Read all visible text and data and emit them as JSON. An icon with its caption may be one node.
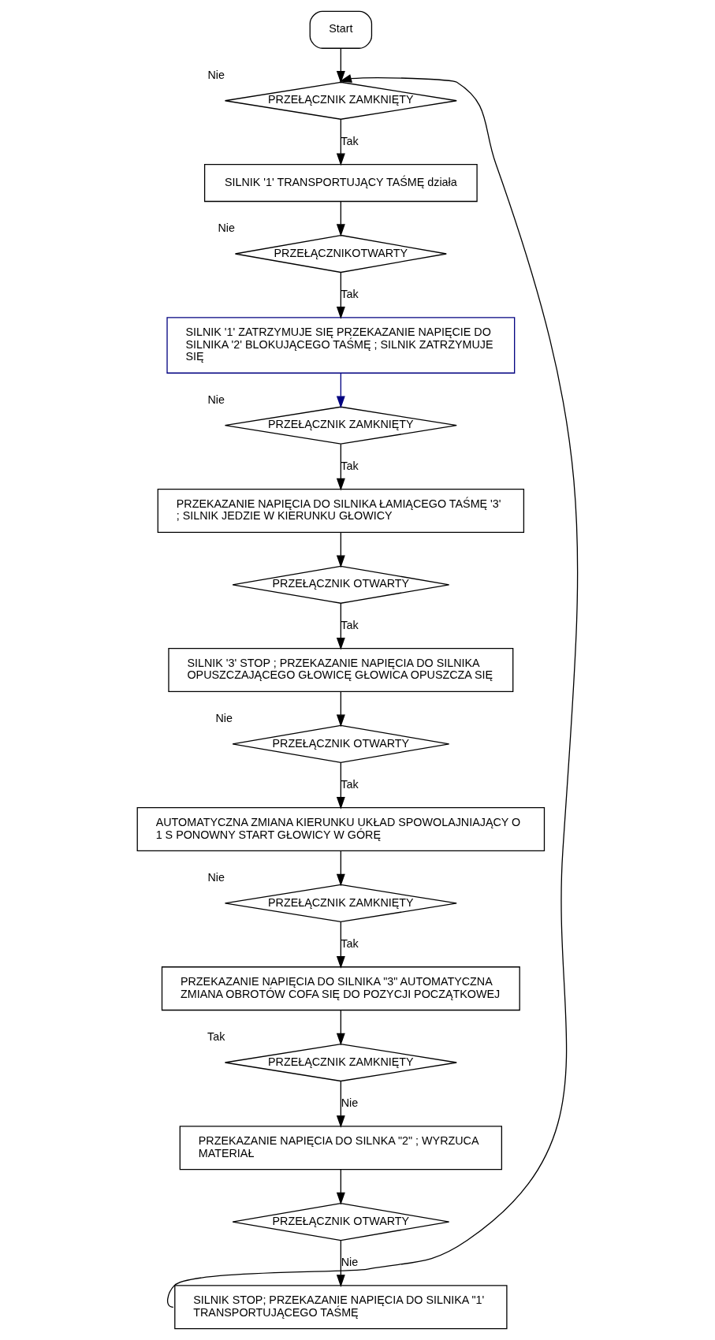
{
  "diagram": {
    "nodes": [
      {
        "text": [
          "Start"
        ]
      },
      {
        "text": [
          "PRZEŁĄCZNIK ZAMKNIĘTY"
        ],
        "beside": [
          "Nie"
        ]
      },
      {
        "text": [
          "SILNIK '1' TRANSPORTUJĄCY TAŚMĘ działa"
        ]
      },
      {
        "text": [
          "PRZEŁĄCZNIKOTWARTY"
        ],
        "beside": [
          "Nie"
        ]
      },
      {
        "text": [
          "SILNIK '1' ZATRZYMUJE SIĘ PRZEKAZANIE NAPIĘCIE DO SILNIKA '2' BLOKUJĄCEGO TAŚMĘ ; SILNIK ZATRZYMUJE SIĘ"
        ]
      },
      {
        "text": [
          "PRZEŁĄCZNIK ZAMKNIĘTY"
        ],
        "beside": [
          "Nie"
        ]
      },
      {
        "text": [
          "PRZEKAZANIE NAPIĘCIA DO SILNIKA ŁAMIĄCEGO TAŚMĘ '3' ; SILNIK JEDZIE W KIERUNKU GŁOWICY"
        ]
      },
      {
        "text": [
          "PRZEŁĄCZNIK OTWARTY"
        ]
      },
      {
        "text": [
          "SILNIK '3' STOP ; PRZEKAZANIE NAPIĘCIA DO SILNIKA OPUSZCZAJĄCEGO GŁOWICĘ GŁOWICA OPUSZCZA SIĘ"
        ]
      },
      {
        "text": [
          "PRZEŁĄCZNIK OTWARTY"
        ],
        "beside": [
          "Nie"
        ]
      },
      {
        "text": [
          "AUTOMATYCZNA ZMIANA KIERUNKU UKŁAD SPOWOLAJNIAJĄCY O 1 S PONOWNY START GŁOWICY W GÓRĘ"
        ]
      },
      {
        "text": [
          "PRZEŁĄCZNIK ZAMKNIĘTY"
        ],
        "beside": [
          "Nie"
        ]
      },
      {
        "text": [
          "PRZEKAZANIE NAPIĘCIA DO SILNIKA \"3\" AUTOMATYCZNA ZMIANA OBROTÓW COFA SIĘ DO POZYCJI POCZĄTKOWEJ"
        ]
      },
      {
        "text": [
          "PRZEŁĄCZNIK ZAMKNIĘTY"
        ],
        "beside": [
          "Tak"
        ]
      },
      {
        "text": [
          "PRZEKAZANIE NAPIĘCIA DO SILNKA \"2\" ; WYRZUCA MATERIAŁ"
        ]
      },
      {
        "text": [
          "PRZEŁĄCZNIK OTWARTY"
        ]
      },
      {
        "text": [
          "SILNIK STOP; PRZEKAZANIE NAPIĘCIA DO SILNIKA \"1' TRANSPORTUJĄCEGO TAŚMĘ"
        ]
      }
    ],
    "edges": [
      {
        "from": 0,
        "to": 1,
        "arrow": "to"
      },
      {
        "from": 1,
        "to": 2,
        "arrow": "to",
        "label": "Tak"
      },
      {
        "from": 2,
        "to": 3,
        "arrow": "to"
      },
      {
        "from": 3,
        "to": 4,
        "arrow": "to",
        "label": "Tak"
      },
      {
        "from": 4,
        "to": 5,
        "arrow": "to",
        "color": "#000080"
      },
      {
        "from": 5,
        "to": 6,
        "arrow": "to",
        "label": "Tak"
      },
      {
        "from": 6,
        "to": 7,
        "arrow": "to"
      },
      {
        "from": 7,
        "to": 8,
        "arrow": "to",
        "label": "Tak"
      },
      {
        "from": 8,
        "to": 9,
        "arrow": "to"
      },
      {
        "from": 9,
        "to": 10,
        "arrow": "to",
        "label": "Tak"
      },
      {
        "from": 10,
        "to": 11,
        "arrow": "to"
      },
      {
        "from": 11,
        "to": 12,
        "arrow": "to",
        "label": "Tak"
      },
      {
        "from": 12,
        "to": 13,
        "arrow": "to"
      },
      {
        "from": 13,
        "to": 14,
        "arrow": "to",
        "label": "Nie"
      },
      {
        "from": 14,
        "to": 15,
        "arrow": "to"
      },
      {
        "from": 15,
        "to": 16,
        "arrow": "to",
        "label": "Nie"
      },
      {
        "from": 16,
        "to": 1,
        "arrow": "to"
      }
    ]
  }
}
